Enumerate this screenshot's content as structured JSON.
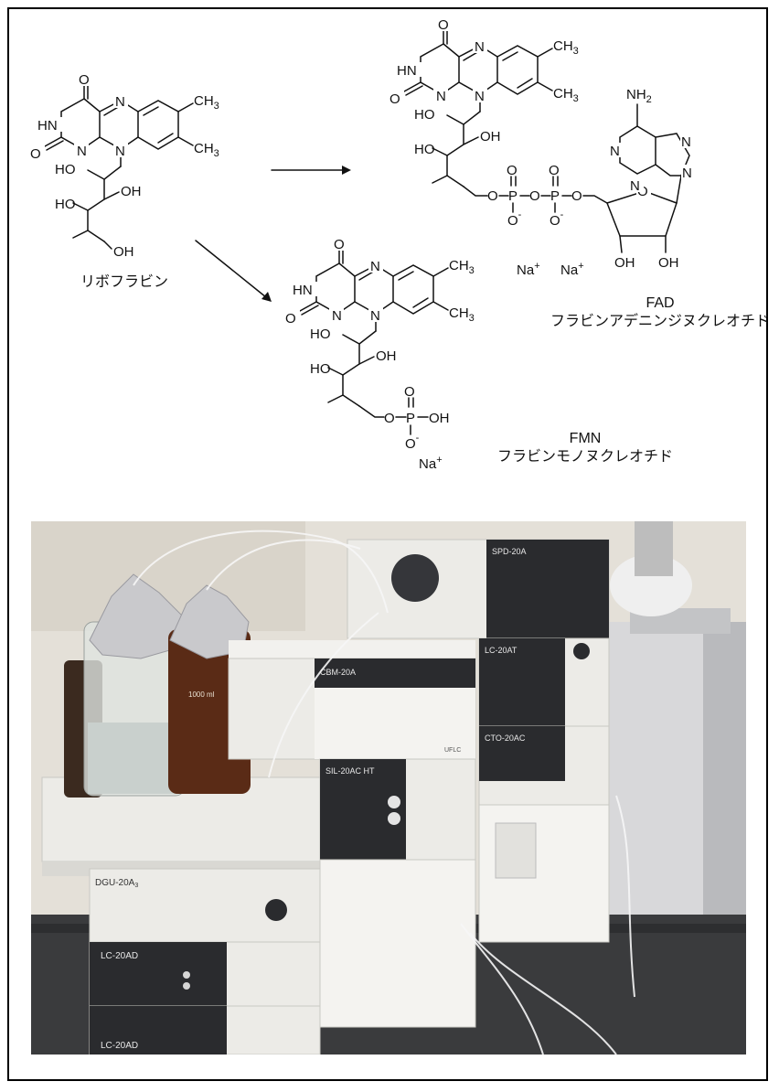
{
  "molecules": {
    "riboflavin": {
      "caption": "リボフラビン"
    },
    "fad": {
      "caption": "FAD",
      "caption_jp": "フラビンアデニンジヌクレオチド"
    },
    "fmn": {
      "caption": "FMN",
      "caption_jp": "フラビンモノヌクレオチド"
    }
  },
  "atoms": {
    "O": "O",
    "HN": "HN",
    "N": "N",
    "CH": "CH",
    "three": "3",
    "HO": "HO",
    "OH": "OH",
    "P": "P",
    "O_minus": "O",
    "minus": "-",
    "NH": "NH",
    "two": "2",
    "Na": "Na",
    "plus": "+"
  },
  "instrument_labels": {
    "degasser": "DGU-20A",
    "degasser_sub": "3",
    "pump1": "LC-20AD",
    "pump2": "LC-20AD",
    "controller": "CBM-20A",
    "autosampler": "SIL-20AC HT",
    "detector_top": "SPD-20A",
    "pump_right": "LC-20AT",
    "oven": "CTO-20AC",
    "brand_badge": "UFLC",
    "bottle_label": "1000 ml"
  },
  "colors": {
    "ink": "#111111",
    "instrument_body": "#ecebe7",
    "instrument_panel": "#2a2b2e",
    "bench": "#3a3b3d",
    "wall": "#e4e0d8",
    "foil": "#c9c9cc",
    "amber_bottle": "#5a2b16"
  }
}
